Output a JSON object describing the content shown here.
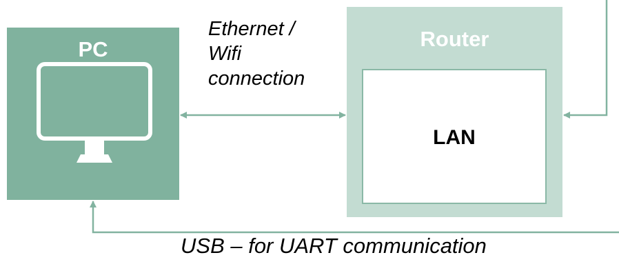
{
  "colors": {
    "pc_fill": "#80b29e",
    "router_fill": "#c3dcd2",
    "lan_border": "#8ab8a6",
    "connector": "#82b3a0",
    "title_text": "#ffffff",
    "body_text": "#000000"
  },
  "pc": {
    "title": "PC",
    "icon": "monitor-icon"
  },
  "router": {
    "title": "Router",
    "lan_label": "LAN"
  },
  "connections": {
    "ethernet_lines": [
      "Ethernet /",
      "Wifi",
      "connection"
    ],
    "usb_label": "USB – for UART communication"
  }
}
